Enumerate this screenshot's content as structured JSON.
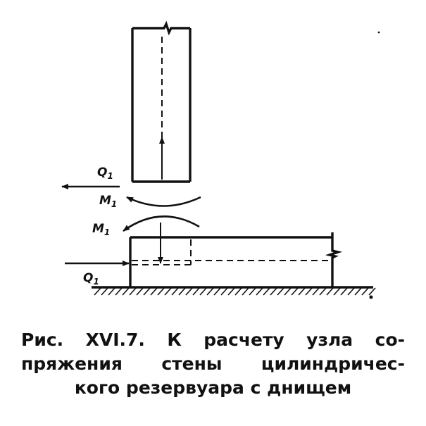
{
  "figure": {
    "labels": {
      "shear_force_upper": "Q",
      "shear_force_upper_sub": "1",
      "moment_upper": "M",
      "moment_upper_sub": "1",
      "moment_lower": "M",
      "moment_lower_sub": "1",
      "shear_force_lower": "Q",
      "shear_force_lower_sub": "1"
    }
  },
  "caption": {
    "line1": "Рис. XVI.7. К расчету узла со-",
    "line2": "пряжения стены цилиндричес-",
    "line3": "кого резервуара с днищем"
  }
}
